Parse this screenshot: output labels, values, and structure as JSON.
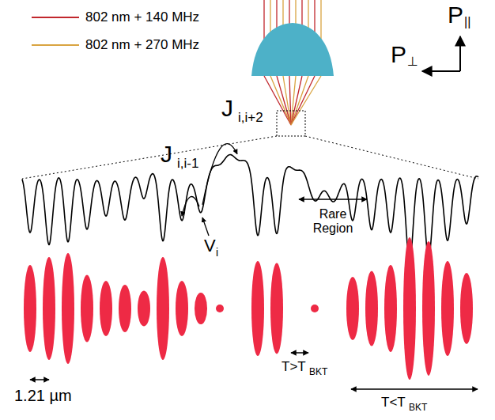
{
  "diagram": {
    "labels": [
      "J",
      "i,i-1",
      "J",
      "i,i+2",
      "V",
      "i",
      "Rare Region",
      "T>T",
      "BKT",
      "1.21 µm",
      "T<T",
      "BKT",
      "P",
      "||",
      "P",
      "⊥"
    ],
    "legend": [
      {
        "text": "802 nm + 140 MHz",
        "color": "#c1272d"
      },
      {
        "text": "802 nm + 270 MHz",
        "color": "#d9a441"
      }
    ]
  }
}
